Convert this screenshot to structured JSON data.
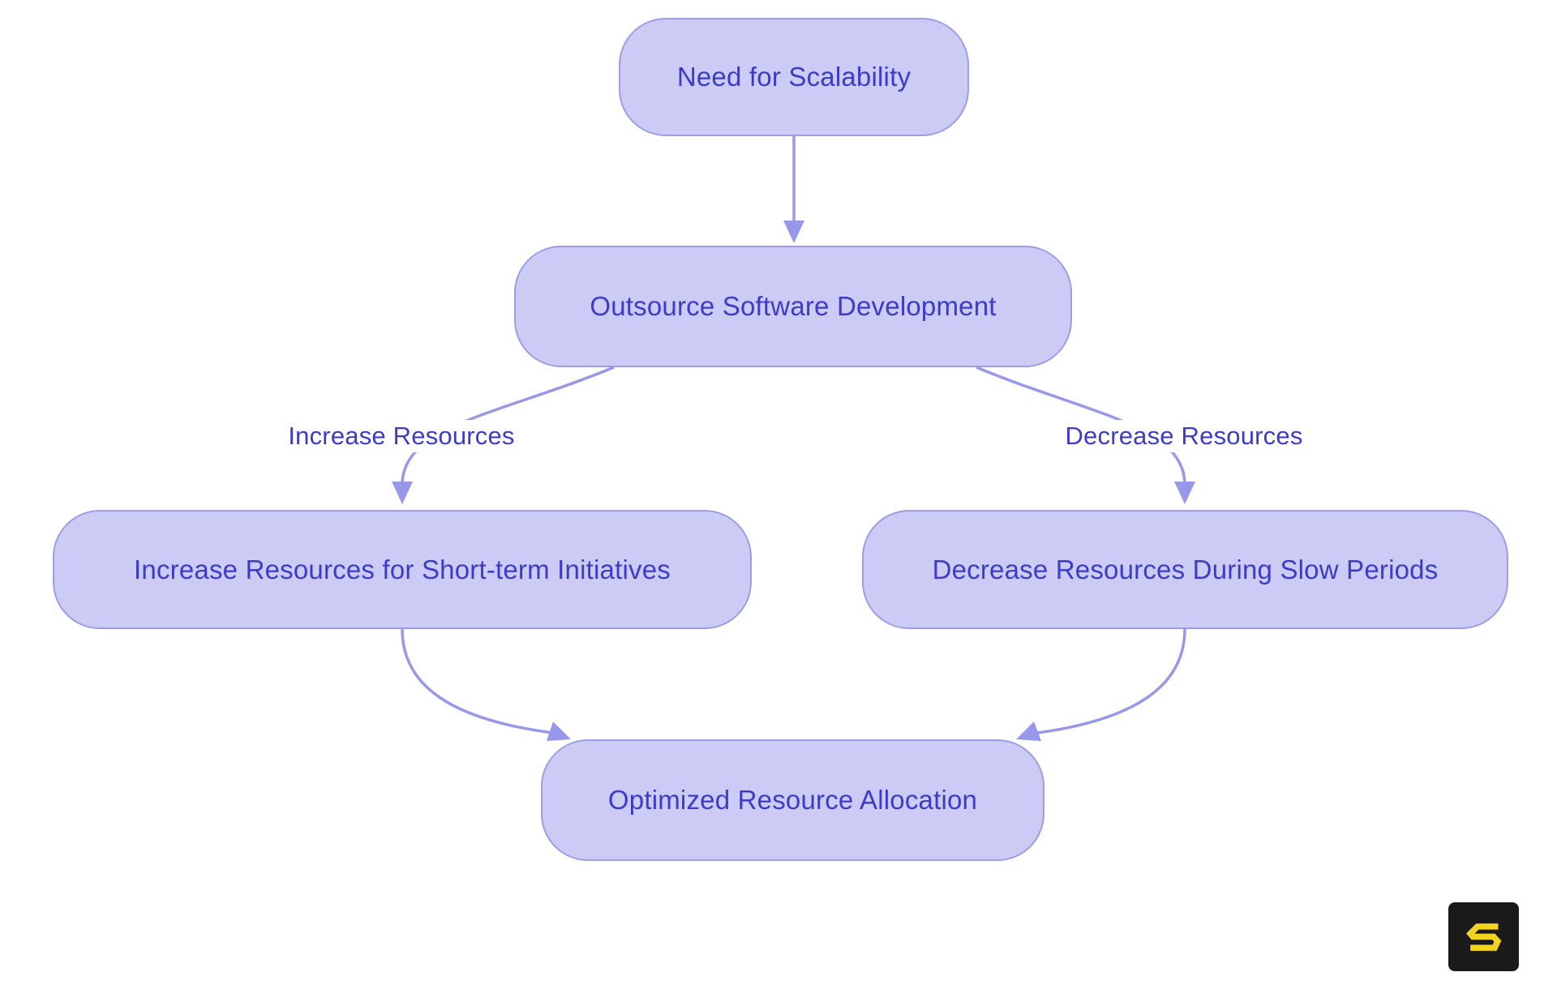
{
  "diagram": {
    "background": "#ffffff",
    "colors": {
      "node_fill": "#cbcbf5",
      "node_border": "#9d9de4",
      "node_text": "#3c3cc8",
      "edge": "#9898ea",
      "edge_label_text": "#3c3cc8",
      "logo_bg": "#1a1a1a",
      "logo_fg": "#f2d31e"
    },
    "nodes": [
      {
        "id": "need",
        "label": "Need for Scalability"
      },
      {
        "id": "outsource",
        "label": "Outsource Software Development"
      },
      {
        "id": "increase",
        "label": "Increase Resources for Short-term Initiatives"
      },
      {
        "id": "decrease",
        "label": "Decrease Resources During Slow Periods"
      },
      {
        "id": "optimized",
        "label": "Optimized Resource Allocation"
      }
    ],
    "edges": [
      {
        "from": "need",
        "to": "outsource",
        "label": ""
      },
      {
        "from": "outsource",
        "to": "increase",
        "label": "Increase Resources"
      },
      {
        "from": "outsource",
        "to": "decrease",
        "label": "Decrease Resources"
      },
      {
        "from": "increase",
        "to": "optimized",
        "label": ""
      },
      {
        "from": "decrease",
        "to": "optimized",
        "label": ""
      }
    ],
    "edge_labels": {
      "increase": "Increase Resources",
      "decrease": "Decrease Resources"
    },
    "logo": {
      "letter": "S"
    }
  }
}
